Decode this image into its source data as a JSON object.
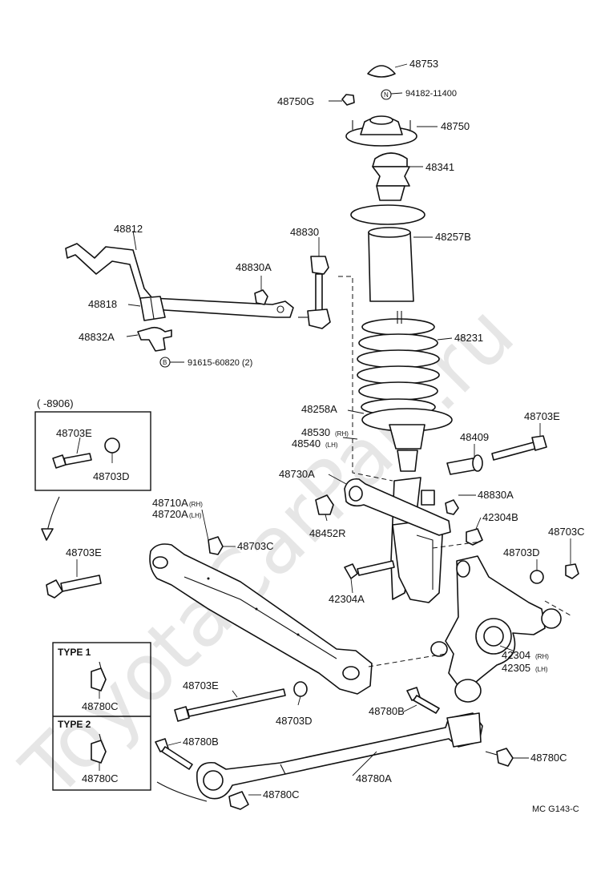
{
  "watermark": "ToyotaCarPart.ru",
  "diagram_code": "MC G143-C",
  "labels": {
    "p48753": "48753",
    "p94182": "94182-11400",
    "p48750G": "48750G",
    "p48750": "48750",
    "p48341": "48341",
    "p48812": "48812",
    "p48830": "48830",
    "p48830A_top": "48830A",
    "p48257B": "48257B",
    "p48818": "48818",
    "p48832A": "48832A",
    "p48231": "48231",
    "p91615": "91615-60820 (2)",
    "p8906": "(      -8906)",
    "p48258A": "48258A",
    "p48703E_box": "48703E",
    "p48703D_box": "48703D",
    "p48530": "48530",
    "p48540": "48540",
    "p48409": "48409",
    "p48703E_right": "48703E",
    "p48730A": "48730A",
    "p48830A_mid": "48830A",
    "p48710A": "48710A",
    "p48720A": "48720A",
    "p48452R": "48452R",
    "p42304B": "42304B",
    "p48703C_right": "48703C",
    "p48703C_mid": "48703C",
    "p48703E_left": "48703E",
    "p48703D_right": "48703D",
    "p42304A": "42304A",
    "p42304": "42304",
    "p42305": "42305",
    "type1": "TYPE 1",
    "p48780C_t1": "48780C",
    "p48703E_low": "48703E",
    "p48703D_low": "48703D",
    "p48780B_right": "48780B",
    "type2": "TYPE 2",
    "p48780B_left": "48780B",
    "p48780C_t2": "48780C",
    "p48780C_right": "48780C",
    "p48780A": "48780A",
    "p48780C_bottom": "48780C"
  },
  "side_marks": {
    "rh": "(RH)",
    "lh": "(LH)"
  },
  "circle_marks": {
    "n": "N",
    "b": "B"
  }
}
